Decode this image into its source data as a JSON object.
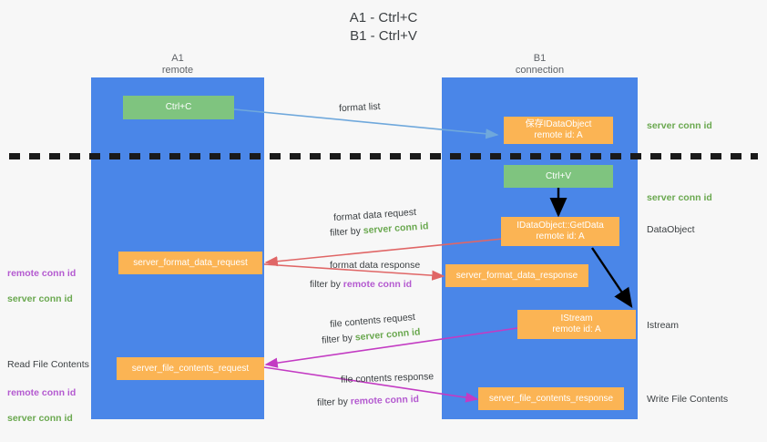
{
  "title": "A1 - Ctrl+C\nB1 - Ctrl+V",
  "lanes": [
    {
      "name": "A1",
      "sub": "remote",
      "header": "A1\nremote"
    },
    {
      "name": "B1",
      "sub": "connection",
      "header": "B1\nconnection"
    }
  ],
  "boxes": {
    "ctrl_c": {
      "label": "Ctrl+C",
      "color": "#7fc47f"
    },
    "save_idataobject": {
      "line1": "保存IDataObject",
      "line2": "remote id: A",
      "color": "#fbb454"
    },
    "ctrl_v": {
      "label": "Ctrl+V",
      "color": "#7fc47f"
    },
    "getdata": {
      "line1": "IDataObject::GetData",
      "line2": "remote id: A",
      "color": "#fbb454"
    },
    "server_format_data_request": {
      "label": "server_format_data_request",
      "color": "#fbb454"
    },
    "server_format_data_response": {
      "label": "server_format_data_response",
      "color": "#fbb454"
    },
    "istream": {
      "line1": "IStream",
      "line2": "remote id: A",
      "color": "#fbb454"
    },
    "server_file_contents_request": {
      "label": "server_file_contents_request",
      "color": "#fbb454"
    },
    "server_file_contents_response": {
      "label": "server_file_contents_response",
      "color": "#fbb454"
    }
  },
  "annotations": {
    "format_list": "format list",
    "format_data_request": "format data request",
    "filter_by": "filter by ",
    "server_conn_id": "server conn id",
    "remote_conn_id": "remote conn id",
    "format_data_response": "format data response",
    "file_contents_request": "file contents request",
    "file_contents_response": "file contents response"
  },
  "right_labels": {
    "server_conn_id_top": "server conn id",
    "server_conn_id_mid": "server conn id",
    "dataobject": "DataObject",
    "istream": "Istream",
    "write_file_contents": "Write File Contents"
  },
  "left_labels": {
    "remote_conn_id": "remote conn id",
    "server_conn_id": "server conn id",
    "read_file_contents": "Read File Contents"
  },
  "colors": {
    "lane": "#4a86e8",
    "green_box": "#7fc47f",
    "orange_box": "#fbb454",
    "green_text": "#6aa84f",
    "purple_text": "#b45ad0",
    "arrow_blue": "#6fa8dc",
    "arrow_red": "#e06666",
    "arrow_magenta": "#c33bc3",
    "arrow_black": "#000000",
    "background": "#f7f7f7"
  }
}
